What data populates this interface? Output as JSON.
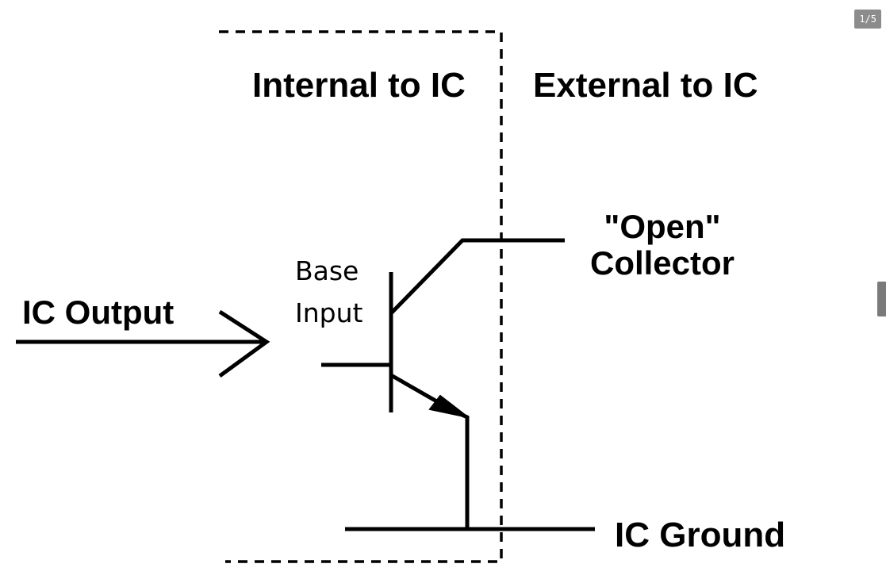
{
  "viewer": {
    "page_counter": "1/5"
  },
  "diagram": {
    "internal_label": "Internal to IC",
    "external_label": "External to IC",
    "ic_output_label": "IC Output",
    "base_label_line1": "Base",
    "base_label_line2": "Input",
    "collector_label_line1": "\"Open\"",
    "collector_label_line2": "Collector",
    "ground_label": "IC Ground",
    "stroke_color": "#000000",
    "background_color": "#ffffff"
  }
}
